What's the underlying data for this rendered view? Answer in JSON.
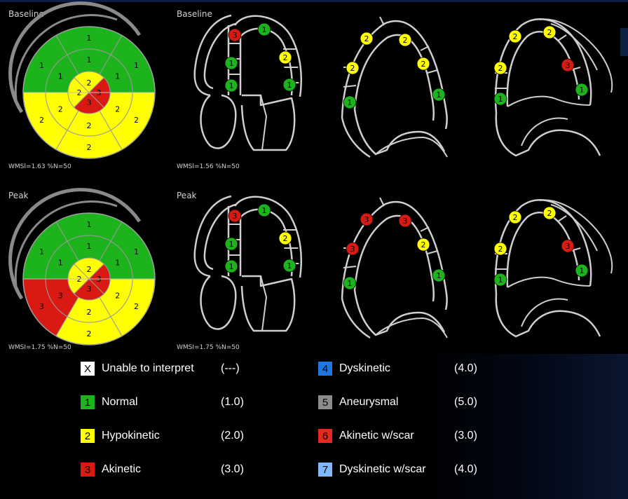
{
  "colors": {
    "normal": "#1db31d",
    "hypokinetic": "#ffff00",
    "akinetic": "#d91a12",
    "dyskinetic": "#1f78e0",
    "aneurysmal": "#8c8c8c",
    "akinetic_scar": "#e52820",
    "dyskinetic_scar": "#82b8ff",
    "unable": "#ffffff",
    "outline": "#cfcfcf",
    "bullseye_lines": "#9a9a9a"
  },
  "panels": [
    {
      "label": "Baseline",
      "wmsi_text": "WMSI=1.63 %N=50",
      "bullseye": {
        "basal": [
          1,
          1,
          2,
          2,
          2,
          1
        ],
        "mid": [
          1,
          1,
          2,
          2,
          2,
          1
        ],
        "apical": [
          2,
          2,
          3,
          3
        ],
        "apex": null
      }
    },
    {
      "label": "Peak",
      "wmsi_text": "WMSI=1.75 %N=50",
      "bullseye": {
        "basal": [
          1,
          1,
          3,
          2,
          2,
          1
        ],
        "mid": [
          1,
          1,
          3,
          2,
          2,
          1
        ],
        "apical": [
          2,
          2,
          3,
          3
        ],
        "apex": null
      }
    }
  ],
  "views": [
    {
      "label": "Baseline",
      "wmsi_text": "WMSI=1.56 %N=50",
      "four_chamber": [
        3,
        1,
        1,
        2,
        1,
        1
      ],
      "two_chamber": [
        2,
        2,
        2,
        2,
        1,
        1
      ],
      "long_axis": [
        2,
        2,
        2,
        3,
        1,
        1
      ]
    },
    {
      "label": "Peak",
      "wmsi_text": "WMSI=1.75 %N=50",
      "four_chamber": [
        3,
        1,
        1,
        2,
        1,
        1
      ],
      "two_chamber": [
        3,
        3,
        3,
        2,
        1,
        1
      ],
      "long_axis": [
        2,
        2,
        2,
        3,
        1,
        1
      ]
    }
  ],
  "legend": [
    {
      "symbol": "X",
      "label": "Unable to interpret",
      "score": "(---)",
      "color_key": "unable",
      "text_color": "#000000"
    },
    {
      "symbol": "1",
      "label": "Normal",
      "score": "(1.0)",
      "color_key": "normal",
      "text_color": "#000000"
    },
    {
      "symbol": "2",
      "label": "Hypokinetic",
      "score": "(2.0)",
      "color_key": "hypokinetic",
      "text_color": "#000000"
    },
    {
      "symbol": "3",
      "label": "Akinetic",
      "score": "(3.0)",
      "color_key": "akinetic",
      "text_color": "#000000"
    },
    {
      "symbol": "4",
      "label": "Dyskinetic",
      "score": "(4.0)",
      "color_key": "dyskinetic",
      "text_color": "#000000"
    },
    {
      "symbol": "5",
      "label": "Aneurysmal",
      "score": "(5.0)",
      "color_key": "aneurysmal",
      "text_color": "#000000"
    },
    {
      "symbol": "6",
      "label": "Akinetic w/scar",
      "score": "(3.0)",
      "color_key": "akinetic_scar",
      "text_color": "#000000"
    },
    {
      "symbol": "7",
      "label": "Dyskinetic w/scar",
      "score": "(4.0)",
      "color_key": "dyskinetic_scar",
      "text_color": "#000000"
    }
  ]
}
